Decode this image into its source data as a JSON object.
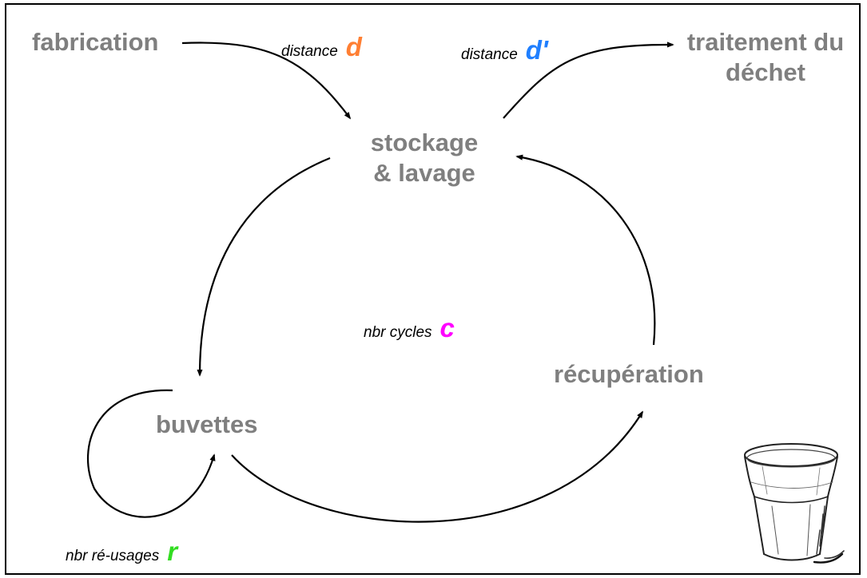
{
  "nodes": {
    "fabrication": "fabrication",
    "traitement_line1": "traitement du",
    "traitement_line2": "déchet",
    "stockage_line1": "stockage",
    "stockage_line2": "& lavage",
    "buvettes": "buvettes",
    "recuperation": "récupération"
  },
  "params": {
    "distance_d": {
      "label": "distance",
      "symbol": "d"
    },
    "distance_d_prime": {
      "label": "distance",
      "symbol": "d'"
    },
    "cycles": {
      "label": "nbr cycles",
      "symbol": "c"
    },
    "reuses": {
      "label": "nbr ré-usages",
      "symbol": "r"
    }
  },
  "colors": {
    "node_text": "#7f7f7f",
    "d": "#ff7f33",
    "d_prime": "#1f7fff",
    "c": "#ff00ff",
    "r": "#33dd22"
  }
}
